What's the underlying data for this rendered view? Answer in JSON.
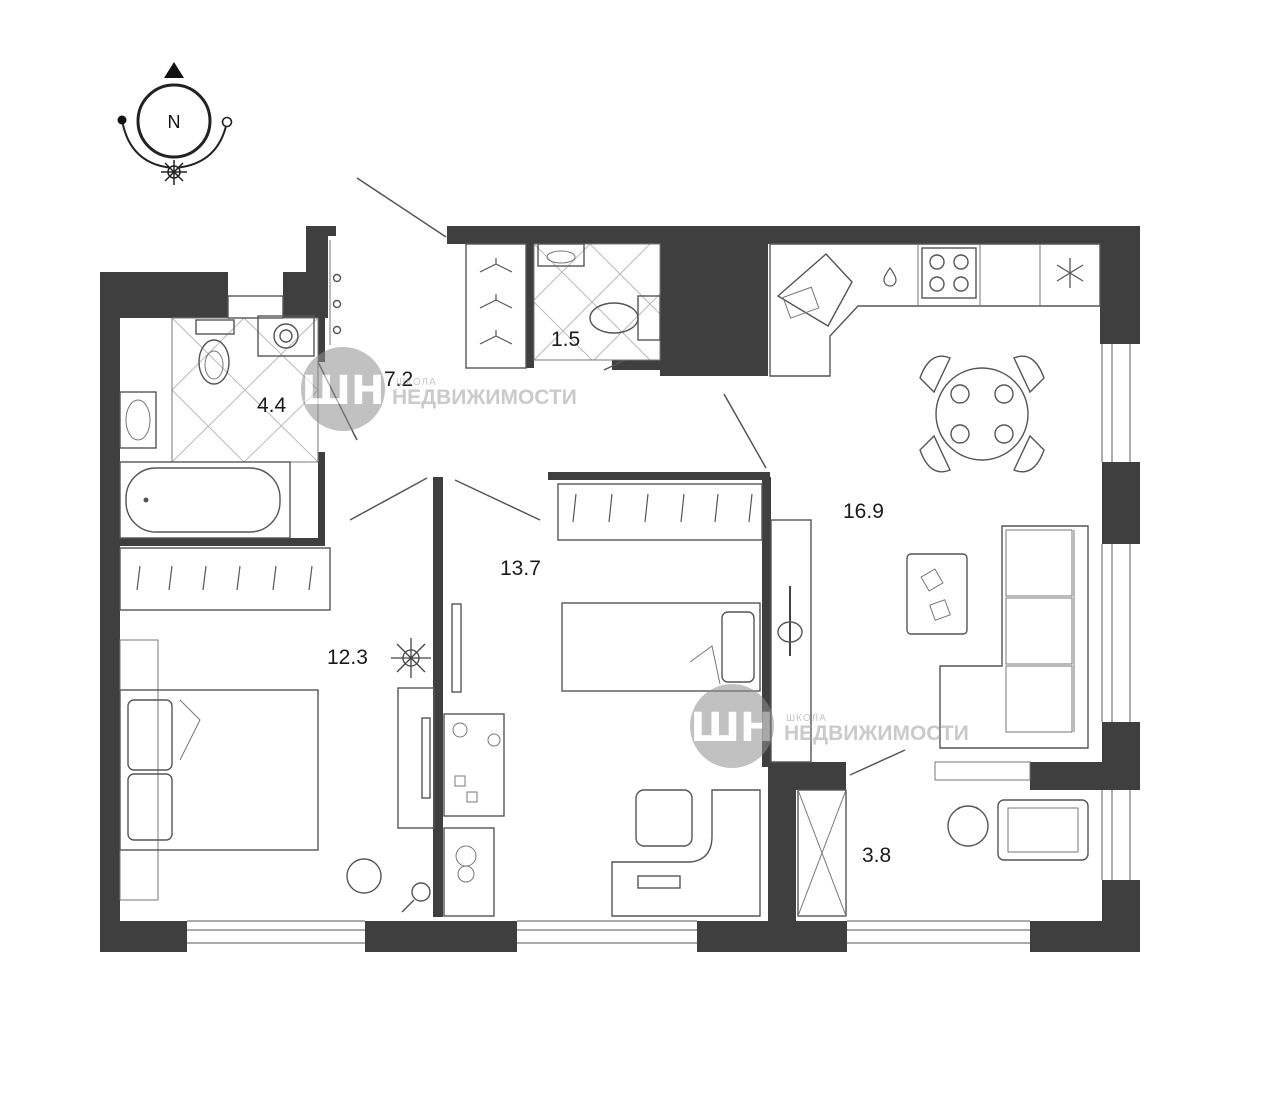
{
  "compass": {
    "letter": "N"
  },
  "rooms": {
    "bathroom": {
      "area": "4.4"
    },
    "hall": {
      "area": "7.2"
    },
    "wc": {
      "area": "1.5"
    },
    "bedroom_main": {
      "area": "12.3"
    },
    "bedroom_kids": {
      "area": "13.7"
    },
    "kitchen_living": {
      "area": "16.9"
    },
    "balcony": {
      "area": "3.8"
    }
  },
  "watermark": {
    "logo": "ШН",
    "school": "ШКОЛА",
    "name": "НЕДВИЖИМОСТИ"
  },
  "colors": {
    "wall": "#3f3f3f",
    "line": "#555555",
    "background": "#ffffff"
  }
}
